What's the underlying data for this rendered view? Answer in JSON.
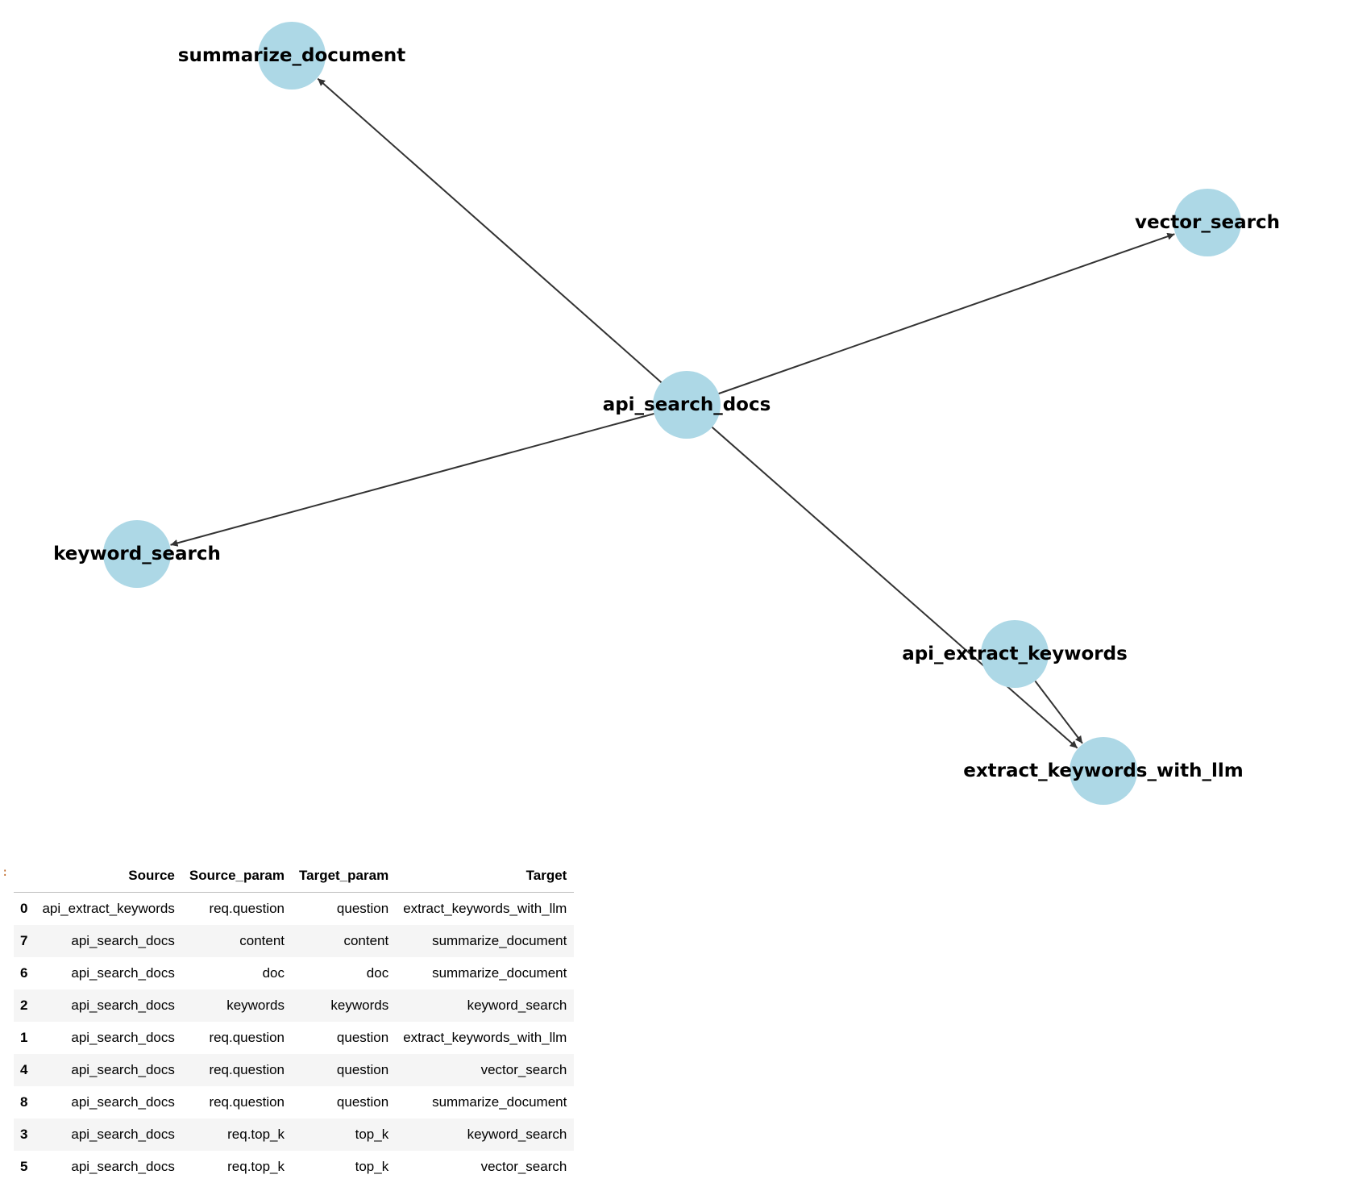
{
  "graph": {
    "node_color": "#add8e6",
    "edge_color": "#333333",
    "nodes": [
      {
        "id": "summarize_document"
      },
      {
        "id": "vector_search"
      },
      {
        "id": "api_search_docs"
      },
      {
        "id": "keyword_search"
      },
      {
        "id": "api_extract_keywords"
      },
      {
        "id": "extract_keywords_with_llm"
      }
    ],
    "edges": [
      {
        "from": "api_search_docs",
        "to": "summarize_document"
      },
      {
        "from": "api_search_docs",
        "to": "vector_search"
      },
      {
        "from": "api_search_docs",
        "to": "keyword_search"
      },
      {
        "from": "api_search_docs",
        "to": "extract_keywords_with_llm"
      },
      {
        "from": "api_extract_keywords",
        "to": "extract_keywords_with_llm"
      }
    ]
  },
  "output_prompt": ":",
  "table": {
    "columns": [
      "Source",
      "Source_param",
      "Target_param",
      "Target"
    ],
    "rows": [
      {
        "index": "0",
        "Source": "api_extract_keywords",
        "Source_param": "req.question",
        "Target_param": "question",
        "Target": "extract_keywords_with_llm"
      },
      {
        "index": "7",
        "Source": "api_search_docs",
        "Source_param": "content",
        "Target_param": "content",
        "Target": "summarize_document"
      },
      {
        "index": "6",
        "Source": "api_search_docs",
        "Source_param": "doc",
        "Target_param": "doc",
        "Target": "summarize_document"
      },
      {
        "index": "2",
        "Source": "api_search_docs",
        "Source_param": "keywords",
        "Target_param": "keywords",
        "Target": "keyword_search"
      },
      {
        "index": "1",
        "Source": "api_search_docs",
        "Source_param": "req.question",
        "Target_param": "question",
        "Target": "extract_keywords_with_llm"
      },
      {
        "index": "4",
        "Source": "api_search_docs",
        "Source_param": "req.question",
        "Target_param": "question",
        "Target": "vector_search"
      },
      {
        "index": "8",
        "Source": "api_search_docs",
        "Source_param": "req.question",
        "Target_param": "question",
        "Target": "summarize_document"
      },
      {
        "index": "3",
        "Source": "api_search_docs",
        "Source_param": "req.top_k",
        "Target_param": "top_k",
        "Target": "keyword_search"
      },
      {
        "index": "5",
        "Source": "api_search_docs",
        "Source_param": "req.top_k",
        "Target_param": "top_k",
        "Target": "vector_search"
      }
    ]
  }
}
